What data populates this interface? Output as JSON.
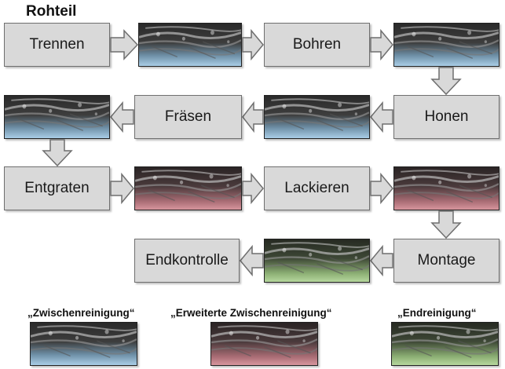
{
  "title": "Rohteil",
  "steps": {
    "trennen": "Trennen",
    "bohren": "Bohren",
    "honen": "Honen",
    "fraesen": "Fräsen",
    "entgraten": "Entgraten",
    "lackieren": "Lackieren",
    "montage": "Montage",
    "endkontrolle": "Endkontrolle"
  },
  "legend": {
    "zwischen": "„Zwischenreinigung“",
    "erweitert": "„Erweiterte Zwischenreinigung“",
    "end": "„Endreinigung“"
  },
  "colors": {
    "zwischen": "#9cc6e2",
    "erweitert": "#c98690",
    "end": "#9fc486",
    "box_fill": "#d9d9d9"
  }
}
